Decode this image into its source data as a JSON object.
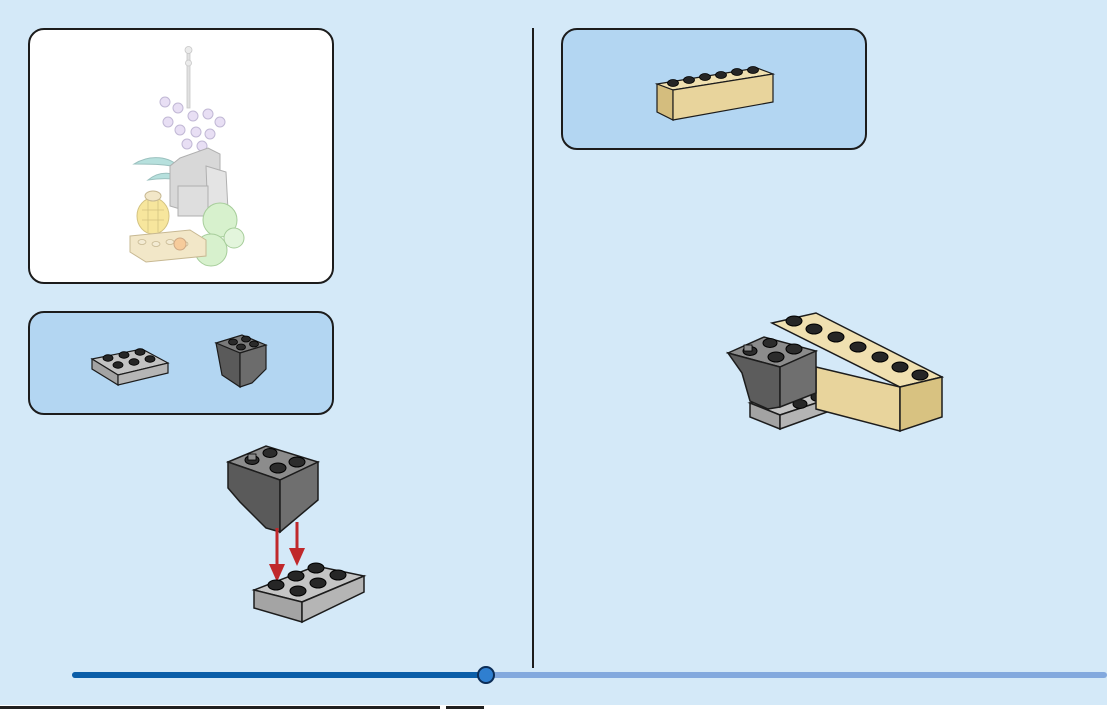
{
  "title": "",
  "progress": {
    "fraction": 0.4,
    "track_color": "#83a9de",
    "fill_color": "#0a5ea8",
    "knob_color": "#2f7fd0"
  },
  "panels": {
    "overview": {
      "background": "#ffffff",
      "content": "completed-model-preview"
    },
    "parts_left": {
      "background": "#b3d6f2",
      "items": [
        "gray-plate-2x3",
        "dark-gray-inverted-slope-2x2"
      ]
    },
    "parts_right": {
      "background": "#b3d6f2",
      "items": [
        "tan-brick-1x6"
      ]
    }
  },
  "steps": [
    {
      "illustration": "dark-gray-slope-attached-to-gray-plate",
      "arrows": 2,
      "arrow_color": "#c0282b"
    },
    {
      "illustration": "tan-brick-attached-to-subassembly"
    }
  ],
  "colors": {
    "page_background": "#d4e9f8",
    "light_gray": "#a7a7a7",
    "dark_gray": "#6f6f6f",
    "tan": "#e8d49c",
    "outline": "#1c1c1c"
  }
}
